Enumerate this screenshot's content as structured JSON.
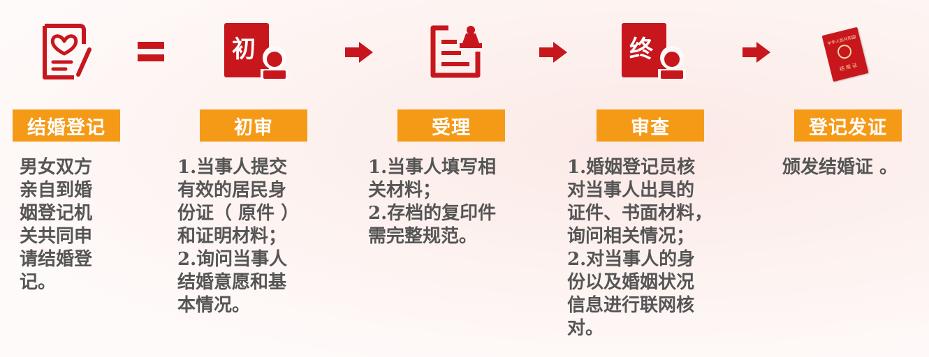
{
  "steps": [
    {
      "label": "结婚登记",
      "desc": "男女双方\n亲自到婚\n姻登记机\n关共同申\n请结婚登\n记。"
    },
    {
      "label": "初审",
      "icon_text": "初",
      "desc": "1.当事人提交\n有效的居民身\n份证（ 原件 ）\n和证明材料；\n2.询问当事人\n结婚意愿和基\n本情况。"
    },
    {
      "label": "受理",
      "desc": "1.当事人填写相\n关材料；\n2.存档的复印件\n需完整规范。"
    },
    {
      "label": "审查",
      "icon_text": "终",
      "desc": "1.婚姻登记员核\n对当事人出具的\n证件、书面材料，\n询问相关情况；\n2.对当事人的身\n份以及婚姻状况\n信息进行联网核\n对。"
    },
    {
      "label": "登记发证",
      "desc": "颁发结婚证 。"
    }
  ],
  "icons": [
    "marriage-document-icon",
    "initial-review-stamp-icon",
    "form-acceptance-icon",
    "final-review-stamp-icon",
    "marriage-certificate-icon"
  ],
  "certificate_icon": {
    "header": "中华人民共和国",
    "title": "结 婚 证"
  },
  "colors": {
    "accent_red": "#c8161d",
    "label_orange": "#f59a17",
    "text_gray": "#555555"
  }
}
